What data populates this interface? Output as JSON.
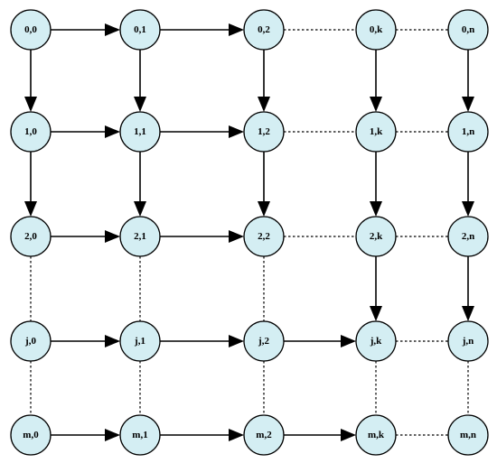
{
  "diagram": {
    "type": "directed-grid-graph",
    "node_fill": "#d4eef3",
    "node_stroke": "#000000",
    "edge_color": "#000000",
    "rows": [
      "0",
      "1",
      "2",
      "j",
      "m"
    ],
    "cols": [
      "0",
      "1",
      "2",
      "k",
      "n"
    ],
    "nodes": [
      {
        "id": "0,0",
        "label": "0,0",
        "row": 0,
        "col": 0
      },
      {
        "id": "0,1",
        "label": "0,1",
        "row": 0,
        "col": 1
      },
      {
        "id": "0,2",
        "label": "0,2",
        "row": 0,
        "col": 2
      },
      {
        "id": "0,k",
        "label": "0,k",
        "row": 0,
        "col": 3
      },
      {
        "id": "0,n",
        "label": "0,n",
        "row": 0,
        "col": 4
      },
      {
        "id": "1,0",
        "label": "1,0",
        "row": 1,
        "col": 0
      },
      {
        "id": "1,1",
        "label": "1,1",
        "row": 1,
        "col": 1
      },
      {
        "id": "1,2",
        "label": "1,2",
        "row": 1,
        "col": 2
      },
      {
        "id": "1,k",
        "label": "1,k",
        "row": 1,
        "col": 3
      },
      {
        "id": "1,n",
        "label": "1,n",
        "row": 1,
        "col": 4
      },
      {
        "id": "2,0",
        "label": "2,0",
        "row": 2,
        "col": 0
      },
      {
        "id": "2,1",
        "label": "2,1",
        "row": 2,
        "col": 1
      },
      {
        "id": "2,2",
        "label": "2,2",
        "row": 2,
        "col": 2
      },
      {
        "id": "2,k",
        "label": "2,k",
        "row": 2,
        "col": 3
      },
      {
        "id": "2,n",
        "label": "2,n",
        "row": 2,
        "col": 4
      },
      {
        "id": "j,0",
        "label": "j,0",
        "row": 3,
        "col": 0
      },
      {
        "id": "j,1",
        "label": "j,1",
        "row": 3,
        "col": 1
      },
      {
        "id": "j,2",
        "label": "j,2",
        "row": 3,
        "col": 2
      },
      {
        "id": "j,k",
        "label": "j,k",
        "row": 3,
        "col": 3
      },
      {
        "id": "j,n",
        "label": "j,n",
        "row": 3,
        "col": 4
      },
      {
        "id": "m,0",
        "label": "m,0",
        "row": 4,
        "col": 0
      },
      {
        "id": "m,1",
        "label": "m,1",
        "row": 4,
        "col": 1
      },
      {
        "id": "m,2",
        "label": "m,2",
        "row": 4,
        "col": 2
      },
      {
        "id": "m,k",
        "label": "m,k",
        "row": 4,
        "col": 3
      },
      {
        "id": "m,n",
        "label": "m,n",
        "row": 4,
        "col": 4
      }
    ],
    "edges": [
      {
        "from": "0,0",
        "to": "0,1",
        "style": "arrow"
      },
      {
        "from": "0,1",
        "to": "0,2",
        "style": "arrow"
      },
      {
        "from": "0,2",
        "to": "0,k",
        "style": "dotted"
      },
      {
        "from": "0,k",
        "to": "0,n",
        "style": "dotted"
      },
      {
        "from": "1,0",
        "to": "1,1",
        "style": "arrow"
      },
      {
        "from": "1,1",
        "to": "1,2",
        "style": "arrow"
      },
      {
        "from": "1,2",
        "to": "1,k",
        "style": "dotted"
      },
      {
        "from": "1,k",
        "to": "1,n",
        "style": "dotted"
      },
      {
        "from": "2,0",
        "to": "2,1",
        "style": "arrow"
      },
      {
        "from": "2,1",
        "to": "2,2",
        "style": "arrow"
      },
      {
        "from": "2,2",
        "to": "2,k",
        "style": "dotted"
      },
      {
        "from": "2,k",
        "to": "2,n",
        "style": "dotted"
      },
      {
        "from": "j,0",
        "to": "j,1",
        "style": "arrow"
      },
      {
        "from": "j,1",
        "to": "j,2",
        "style": "arrow"
      },
      {
        "from": "j,2",
        "to": "j,k",
        "style": "arrow"
      },
      {
        "from": "j,k",
        "to": "j,n",
        "style": "dotted"
      },
      {
        "from": "m,0",
        "to": "m,1",
        "style": "arrow"
      },
      {
        "from": "m,1",
        "to": "m,2",
        "style": "arrow"
      },
      {
        "from": "m,2",
        "to": "m,k",
        "style": "arrow"
      },
      {
        "from": "m,k",
        "to": "m,n",
        "style": "dotted"
      },
      {
        "from": "0,0",
        "to": "1,0",
        "style": "arrow"
      },
      {
        "from": "1,0",
        "to": "2,0",
        "style": "arrow"
      },
      {
        "from": "2,0",
        "to": "j,0",
        "style": "dotted"
      },
      {
        "from": "j,0",
        "to": "m,0",
        "style": "dotted"
      },
      {
        "from": "0,1",
        "to": "1,1",
        "style": "arrow"
      },
      {
        "from": "1,1",
        "to": "2,1",
        "style": "arrow"
      },
      {
        "from": "2,1",
        "to": "j,1",
        "style": "dotted"
      },
      {
        "from": "j,1",
        "to": "m,1",
        "style": "dotted"
      },
      {
        "from": "0,2",
        "to": "1,2",
        "style": "arrow"
      },
      {
        "from": "1,2",
        "to": "2,2",
        "style": "arrow"
      },
      {
        "from": "2,2",
        "to": "j,2",
        "style": "dotted"
      },
      {
        "from": "j,2",
        "to": "m,2",
        "style": "dotted"
      },
      {
        "from": "0,k",
        "to": "1,k",
        "style": "arrow"
      },
      {
        "from": "1,k",
        "to": "2,k",
        "style": "arrow"
      },
      {
        "from": "2,k",
        "to": "j,k",
        "style": "arrow"
      },
      {
        "from": "j,k",
        "to": "m,k",
        "style": "dotted"
      },
      {
        "from": "0,n",
        "to": "1,n",
        "style": "arrow"
      },
      {
        "from": "1,n",
        "to": "2,n",
        "style": "arrow"
      },
      {
        "from": "2,n",
        "to": "j,n",
        "style": "arrow"
      },
      {
        "from": "j,n",
        "to": "m,n",
        "style": "dotted"
      }
    ]
  }
}
